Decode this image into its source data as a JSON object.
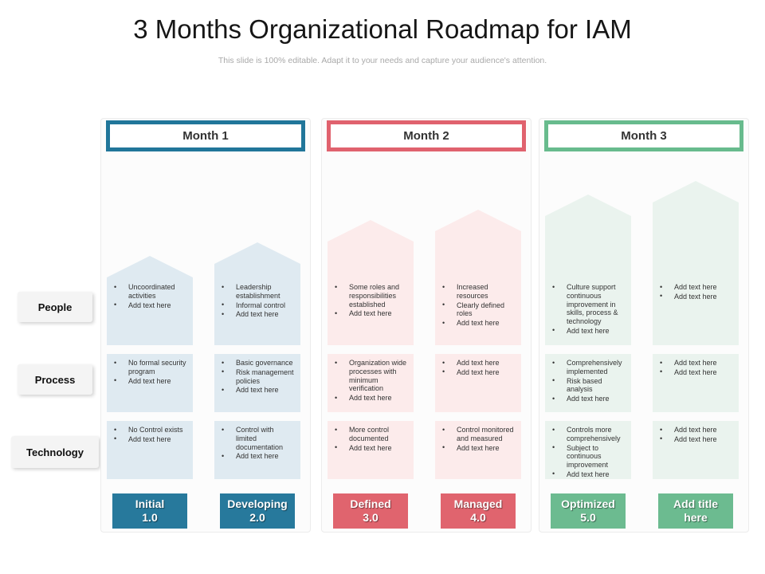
{
  "slide": {
    "title": "3 Months Organizational Roadmap for IAM",
    "subtitle": "This slide is 100% editable. Adapt it to your needs and capture your audience's attention."
  },
  "row_labels": {
    "people": "People",
    "process": "Process",
    "technology": "Technology"
  },
  "colors": {
    "month1_accent": "#21769A",
    "month1_fill": "#DFEAF1",
    "month2_accent": "#E0626E",
    "month2_fill": "#FCEBEB",
    "month3_accent": "#68BB8D",
    "month3_fill": "#EAF3EE"
  },
  "months": [
    {
      "label": "Month 1",
      "columns": [
        {
          "button": {
            "line1": "Initial",
            "line2": "1.0"
          },
          "people": [
            "Uncoordinated activities",
            "Add text here"
          ],
          "process": [
            "No formal security program",
            "Add text here"
          ],
          "technology": [
            "No Control exists",
            "Add text here"
          ]
        },
        {
          "button": {
            "line1": "Developing",
            "line2": "2.0"
          },
          "people": [
            "Leadership establishment",
            "Informal control",
            "Add text here"
          ],
          "process": [
            "Basic governance",
            "Risk management policies",
            "Add text here"
          ],
          "technology": [
            "Control with limited documentation",
            "Add text here"
          ]
        }
      ]
    },
    {
      "label": "Month 2",
      "columns": [
        {
          "button": {
            "line1": "Defined",
            "line2": "3.0"
          },
          "people": [
            "Some roles and responsibilities established",
            "Add text here"
          ],
          "process": [
            "Organization wide processes with minimum verification",
            "Add text here"
          ],
          "technology": [
            "More control documented",
            "Add text here"
          ]
        },
        {
          "button": {
            "line1": "Managed",
            "line2": "4.0"
          },
          "people": [
            "Increased resources",
            "Clearly defined roles",
            "Add text here"
          ],
          "process": [
            "Add text here",
            "Add text here"
          ],
          "technology": [
            "Control monitored and measured",
            "Add text here"
          ]
        }
      ]
    },
    {
      "label": "Month 3",
      "columns": [
        {
          "button": {
            "line1": "Optimized",
            "line2": "5.0"
          },
          "people": [
            "Culture support continuous improvement in skills, process & technology",
            "Add text here"
          ],
          "process": [
            "Comprehensively implemented",
            "Risk based analysis",
            "Add text here"
          ],
          "technology": [
            "Controls more comprehensively",
            "Subject to continuous improvement",
            "Add text here"
          ]
        },
        {
          "button": {
            "line1": "Add title",
            "line2": "here"
          },
          "people": [
            "Add text here",
            "Add text here"
          ],
          "process": [
            "Add text here",
            "Add text here"
          ],
          "technology": [
            "Add text here",
            "Add text here"
          ]
        }
      ]
    }
  ]
}
